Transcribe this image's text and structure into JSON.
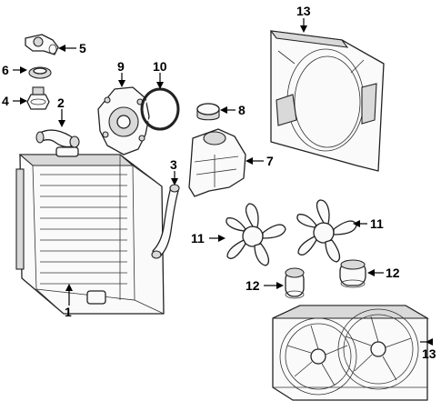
{
  "callouts": {
    "c1": "1",
    "c2": "2",
    "c3": "3",
    "c4": "4",
    "c5": "5",
    "c6": "6",
    "c7": "7",
    "c8": "8",
    "c9": "9",
    "c10": "10",
    "c11a": "11",
    "c11b": "11",
    "c12a": "12",
    "c12b": "12",
    "c13a": "13",
    "c13b": "13"
  },
  "parts": [
    "radiator",
    "upper-hose",
    "lower-hose",
    "thermostat",
    "water-outlet",
    "thermostat-seal",
    "reservoir",
    "reservoir-cap",
    "water-pump",
    "pump-gasket",
    "fan-blade",
    "fan-clutch",
    "fan-shroud",
    "fan-assembly"
  ]
}
